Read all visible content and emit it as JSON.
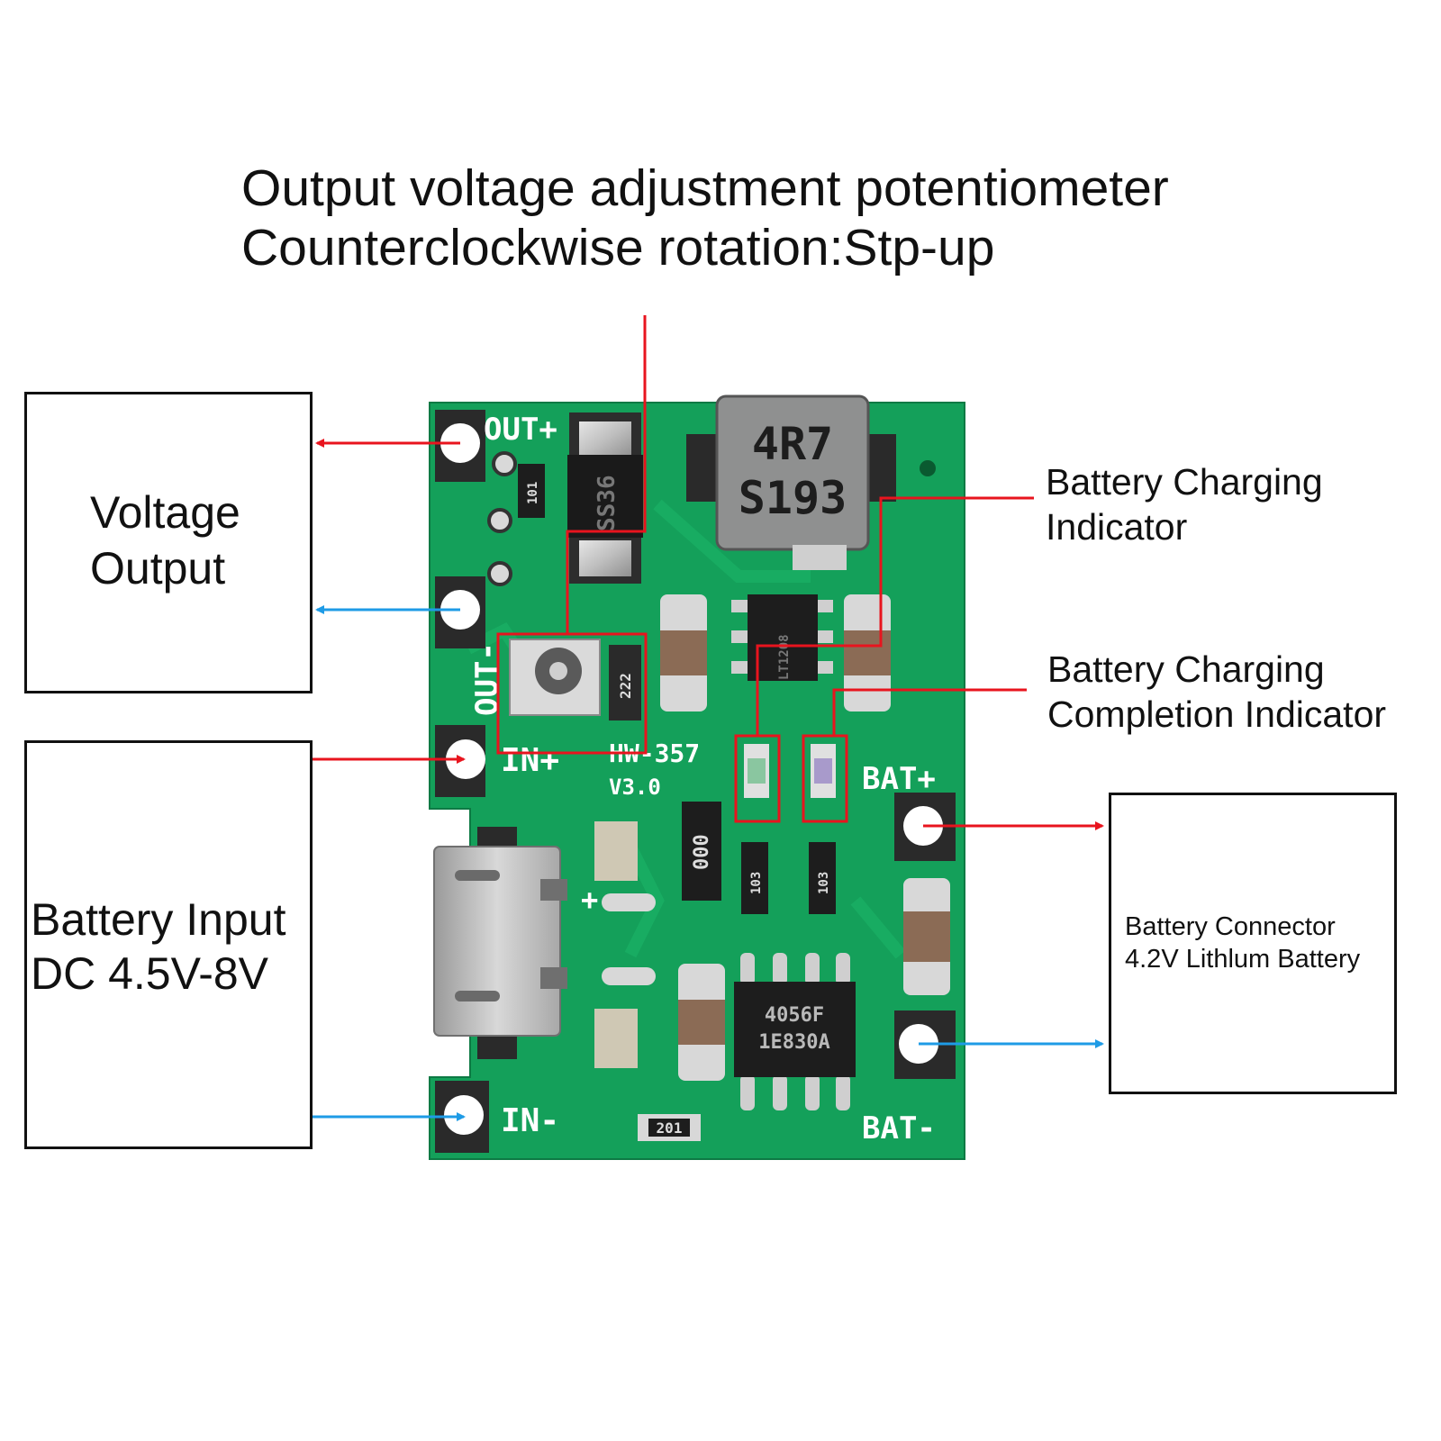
{
  "header": {
    "line1": "Output voltage adjustment potentiometer",
    "line2": "Counterclockwise rotation:Stp-up"
  },
  "boxes": {
    "voltage_output": {
      "line1": "Voltage",
      "line2": "Output"
    },
    "battery_input": {
      "line1": "Battery Input",
      "line2": "DC 4.5V-8V"
    },
    "battery_connector": {
      "line1": "Battery Connector",
      "line2": "4.2V Lithlum Battery"
    }
  },
  "callouts": {
    "charging": {
      "line1": "Battery Charging",
      "line2": "Indicator"
    },
    "completion": {
      "line1": "Battery Charging",
      "line2": "Completion Indicator"
    }
  },
  "board": {
    "silkscreen": {
      "out_plus": "OUT+",
      "out_minus": "OUT-",
      "in_plus": "IN+",
      "in_minus": "IN-",
      "bat_plus": "BAT+",
      "bat_minus": "BAT-",
      "model": "HW-357",
      "version": "V3.0",
      "plus_sign": "+"
    },
    "inductor": {
      "line1": "4R7",
      "line2": "S193"
    },
    "diode": "SS36",
    "boost_ic": "LT1208",
    "charger_ic": {
      "line1": "4056F",
      "line2": "1E830A"
    },
    "resistors": {
      "r_101": "101",
      "r_222": "222",
      "r_000": "000",
      "r_103a": "103",
      "r_103b": "103",
      "r_201": "201"
    }
  },
  "colors": {
    "pcb_green": "#14a05a",
    "arrow_red": "#e8141e",
    "arrow_blue": "#1e9be6",
    "highlight_red": "#e8141e"
  }
}
